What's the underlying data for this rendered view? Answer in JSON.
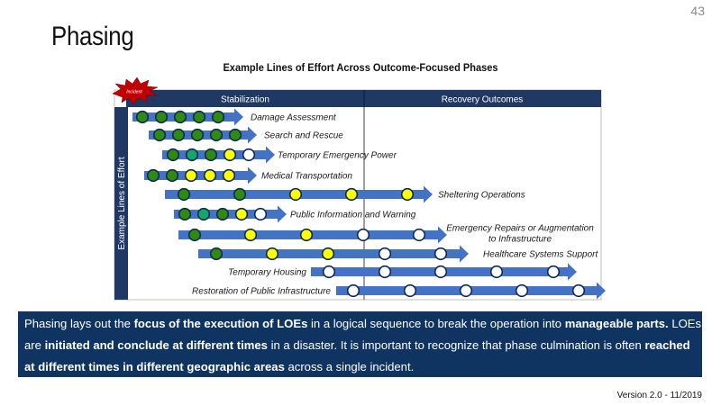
{
  "page_number": "43",
  "title": "Phasing",
  "diagram": {
    "title": "Example Lines of Effort Across Outcome-Focused Phases",
    "incident_label": "Incident",
    "y_axis_label": "Example Lines of Effort",
    "phases": [
      "Stabilization",
      "Recovery Outcomes"
    ],
    "colors": {
      "header": "#1f3864",
      "arrow": "#4472c4",
      "dark_green": "#2e8b10",
      "teal_green": "#13a86a",
      "yellow": "#ffff00",
      "white": "#ffffff",
      "circle_stroke": "#0f2a50",
      "burst": "#c00000"
    },
    "lines_of_effort": [
      {
        "name": "Damage Assessment",
        "label_lines": [
          "Damage Assessment"
        ],
        "label_side": "right",
        "milestones": [
          "dark_green",
          "dark_green",
          "dark_green",
          "dark_green",
          "dark_green"
        ]
      },
      {
        "name": "Search and Rescue",
        "label_lines": [
          "Search and Rescue"
        ],
        "label_side": "right",
        "milestones": [
          "dark_green",
          "dark_green",
          "dark_green",
          "dark_green",
          "dark_green"
        ]
      },
      {
        "name": "Temporary Emergency Power",
        "label_lines": [
          "Temporary Emergency Power"
        ],
        "label_side": "right",
        "milestones": [
          "dark_green",
          "teal_green",
          "dark_green",
          "yellow",
          "white"
        ]
      },
      {
        "name": "Medical Transportation",
        "label_lines": [
          "Medical Transportation"
        ],
        "label_side": "right",
        "milestones": [
          "dark_green",
          "dark_green",
          "yellow",
          "yellow",
          "yellow"
        ]
      },
      {
        "name": "Sheltering Operations",
        "label_lines": [
          "Sheltering Operations"
        ],
        "label_side": "right",
        "milestones": [
          "dark_green",
          "dark_green",
          "yellow",
          "yellow",
          "yellow"
        ]
      },
      {
        "name": "Public Information and Warning",
        "label_lines": [
          "Public Information and Warning"
        ],
        "label_side": "right",
        "milestones": [
          "dark_green",
          "teal_green",
          "dark_green",
          "yellow",
          "white"
        ]
      },
      {
        "name": "Emergency Repairs or Augmentation to Infrastructure",
        "label_lines": [
          "Emergency Repairs or Augmentation",
          "to Infrastructure"
        ],
        "label_side": "right",
        "milestones": [
          "dark_green",
          "yellow",
          "yellow",
          "white",
          "white"
        ]
      },
      {
        "name": "Healthcare Systems Support",
        "label_lines": [
          "Healthcare Systems Support"
        ],
        "label_side": "right",
        "milestones": [
          "dark_green",
          "yellow",
          "yellow",
          "white",
          "white"
        ]
      },
      {
        "name": "Temporary Housing",
        "label_lines": [
          "Temporary Housing"
        ],
        "label_side": "left",
        "milestones": [
          "white",
          "white",
          "white",
          "white",
          "white"
        ]
      },
      {
        "name": "Restoration of Public Infrastructure",
        "label_lines": [
          "Restoration of Public Infrastructure"
        ],
        "label_side": "left",
        "milestones": [
          "white",
          "white",
          "white",
          "white",
          "white"
        ]
      }
    ]
  },
  "caption": {
    "segments": [
      {
        "text": "Phasing lays out the ",
        "bold": false
      },
      {
        "text": "focus of the execution of LOEs",
        "bold": true
      },
      {
        "text": " in a logical sequence to break the operation into ",
        "bold": false
      },
      {
        "text": "manageable parts.",
        "bold": true
      },
      {
        "text": " LOEs are ",
        "bold": false
      },
      {
        "text": "initiated and conclude at different times",
        "bold": true
      },
      {
        "text": " in a disaster. It is important to recognize that phase culmination is often ",
        "bold": false
      },
      {
        "text": "reached at different times in different geographic areas",
        "bold": true
      },
      {
        "text": " across a single incident.",
        "bold": false
      }
    ]
  },
  "version": "Version 2.0 - 11/2019"
}
